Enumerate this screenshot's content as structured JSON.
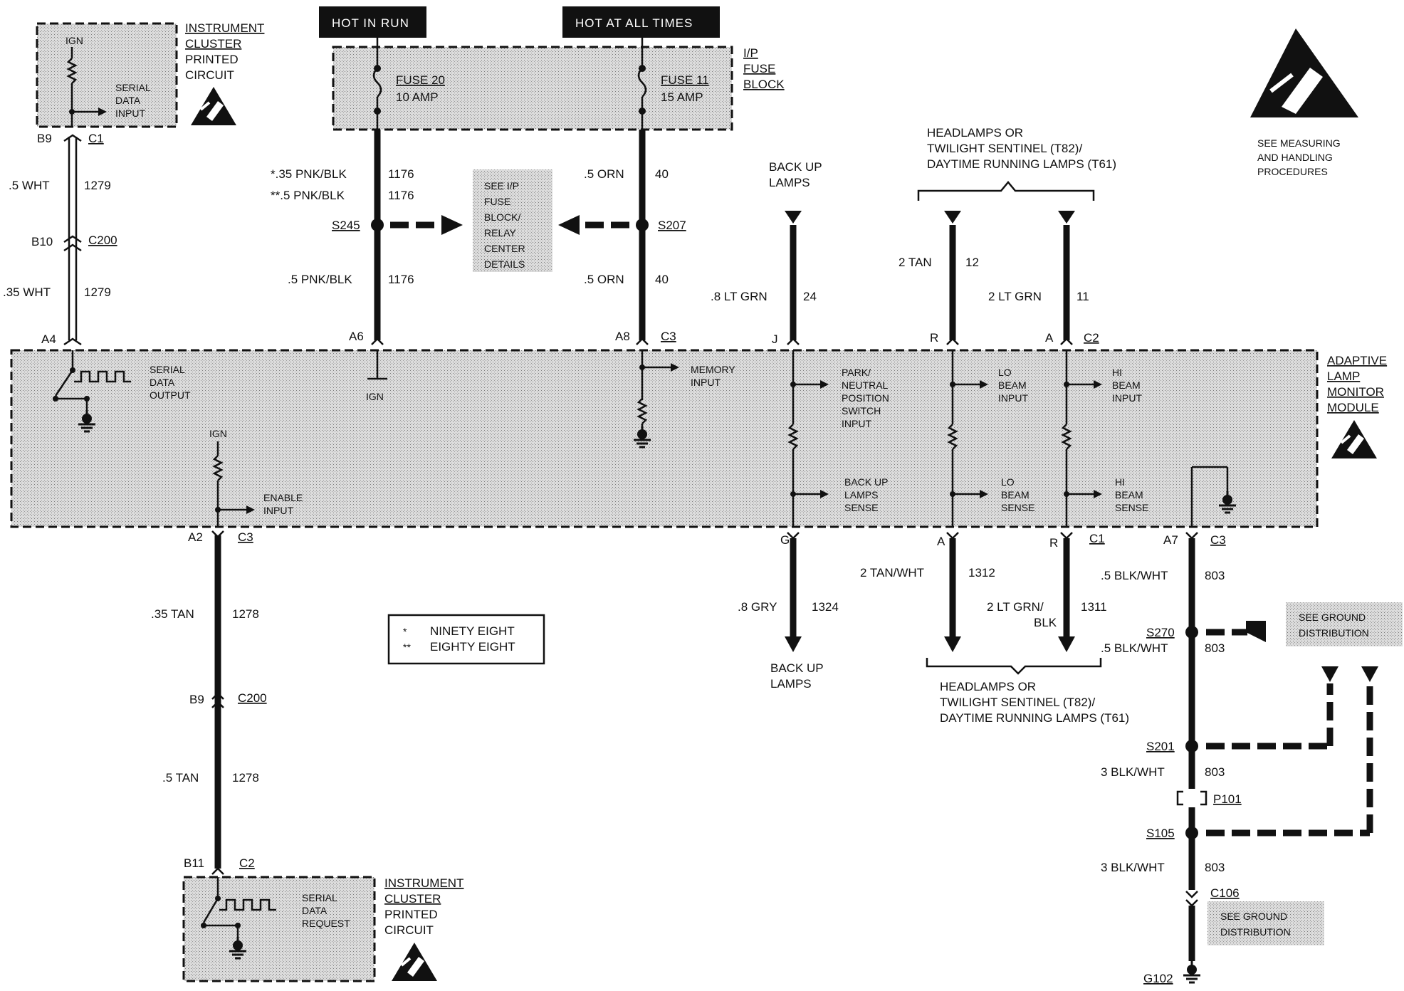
{
  "headers": {
    "hot_in_run": "HOT IN RUN",
    "hot_at_all_times": "HOT AT ALL TIMES"
  },
  "fuse_block": {
    "label_lines": [
      "I/P",
      "FUSE",
      "BLOCK"
    ],
    "fuse20": [
      "FUSE 20",
      "10 AMP"
    ],
    "fuse11": [
      "FUSE 11",
      "15 AMP"
    ]
  },
  "ic_top": {
    "label_lines": [
      "INSTRUMENT",
      "CLUSTER",
      "PRINTED",
      "CIRCUIT"
    ],
    "ign": "IGN",
    "input_lines": [
      "SERIAL",
      "DATA",
      "INPUT"
    ]
  },
  "ic_bottom": {
    "label_lines": [
      "INSTRUMENT",
      "CLUSTER",
      "PRINTED",
      "CIRCUIT"
    ],
    "request_lines": [
      "SERIAL",
      "DATA",
      "REQUEST"
    ]
  },
  "esd": {
    "note_lines": [
      "SEE MEASURING",
      "AND HANDLING",
      "PROCEDURES"
    ]
  },
  "module": {
    "label_lines": [
      "ADAPTIVE",
      "LAMP",
      "MONITOR",
      "MODULE"
    ],
    "serial_output": [
      "SERIAL",
      "DATA",
      "OUTPUT"
    ],
    "ign_a6": "IGN",
    "ign_enable": "IGN",
    "enable_input": [
      "ENABLE",
      "INPUT"
    ],
    "memory_input": [
      "MEMORY",
      "INPUT"
    ],
    "park_neutral": [
      "PARK/",
      "NEUTRAL",
      "POSITION",
      "SWITCH",
      "INPUT"
    ],
    "backup_sense": [
      "BACK UP",
      "LAMPS",
      "SENSE"
    ],
    "lo_beam_input": [
      "LO",
      "BEAM",
      "INPUT"
    ],
    "lo_beam_sense": [
      "LO",
      "BEAM",
      "SENSE"
    ],
    "hi_beam_input": [
      "HI",
      "BEAM",
      "INPUT"
    ],
    "hi_beam_sense": [
      "HI",
      "BEAM",
      "SENSE"
    ]
  },
  "see_ip": [
    "SEE I/P",
    "FUSE",
    "BLOCK/",
    "RELAY",
    "CENTER",
    "DETAILS"
  ],
  "legend": [
    {
      "mark": "*",
      "text": "NINETY EIGHT"
    },
    {
      "mark": "**",
      "text": "EIGHTY EIGHT"
    }
  ],
  "headlamps_top": [
    "HEADLAMPS OR",
    "TWILIGHT SENTINEL (T82)/",
    "DAYTIME RUNNING LAMPS (T61)"
  ],
  "headlamps_bottom": [
    "HEADLAMPS OR",
    "TWILIGHT SENTINEL (T82)/",
    "DAYTIME RUNNING LAMPS (T61)"
  ],
  "backup_lamps_top": [
    "BACK UP",
    "LAMPS"
  ],
  "backup_lamps_bottom": [
    "BACK UP",
    "LAMPS"
  ],
  "see_ground_1": [
    "SEE GROUND",
    "DISTRIBUTION"
  ],
  "see_ground_2": [
    "SEE GROUND",
    "DISTRIBUTION"
  ],
  "wires": {
    "w1279a": {
      "size": ".5 WHT",
      "circuit": "1279"
    },
    "w1279b": {
      "size": ".35 WHT",
      "circuit": "1279"
    },
    "w1176a": {
      "size": "*.35 PNK/BLK",
      "circuit": "1176"
    },
    "w1176b": {
      "size": "**.5 PNK/BLK",
      "circuit": "1176"
    },
    "w1176c": {
      "size": ".5 PNK/BLK",
      "circuit": "1176"
    },
    "w40a": {
      "size": ".5 ORN",
      "circuit": "40"
    },
    "w40b": {
      "size": ".5 ORN",
      "circuit": "40"
    },
    "w24": {
      "size": ".8 LT GRN",
      "circuit": "24"
    },
    "w12": {
      "size": "2 TAN",
      "circuit": "12"
    },
    "w11": {
      "size": "2 LT GRN",
      "circuit": "11"
    },
    "w1278a": {
      "size": ".35 TAN",
      "circuit": "1278"
    },
    "w1278b": {
      "size": ".5 TAN",
      "circuit": "1278"
    },
    "w1324": {
      "size": ".8 GRY",
      "circuit": "1324"
    },
    "w1312": {
      "size": "2 TAN/WHT",
      "circuit": "1312"
    },
    "w1311": {
      "size_lines": [
        "2 LT GRN/",
        "BLK"
      ],
      "circuit": "1311"
    },
    "w803a": {
      "size": ".5 BLK/WHT",
      "circuit": "803"
    },
    "w803b": {
      "size": ".5 BLK/WHT",
      "circuit": "803"
    },
    "w803c": {
      "size": "3 BLK/WHT",
      "circuit": "803"
    },
    "w803d": {
      "size": "3 BLK/WHT",
      "circuit": "803"
    }
  },
  "connectors": {
    "b9_top": "B9",
    "c1_top": "C1",
    "b10": "B10",
    "c200_top": "C200",
    "a4": "A4",
    "a6": "A6",
    "a8": "A8",
    "c3_top": "C3",
    "j": "J",
    "r_top": "R",
    "a_top": "A",
    "c2_top": "C2",
    "a2": "A2",
    "c3_left": "C3",
    "g": "G",
    "a_bot": "A",
    "r_bot": "R",
    "c1_bot": "C1",
    "a7": "A7",
    "c3_right": "C3",
    "b9_bot": "B9",
    "c200_bot": "C200",
    "b11": "B11",
    "c2_bot": "C2",
    "c106": "C106"
  },
  "splices": {
    "s245": "S245",
    "s207": "S207",
    "s270": "S270",
    "s201": "S201",
    "s105": "S105",
    "p101": "P101",
    "g102": "G102"
  }
}
